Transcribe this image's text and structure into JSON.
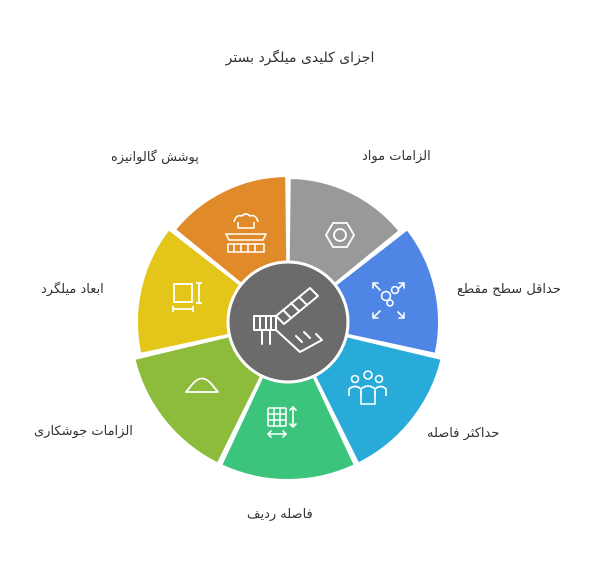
{
  "title": "اجزای کلیدی میلگرد بستر",
  "segments": [
    {
      "label": "الزامات مواد",
      "color": "#999999",
      "icon": "hexagon-nut-icon"
    },
    {
      "label": "حداقل سطح مقطع",
      "color": "#4f86e6",
      "icon": "expand-arrows-icon"
    },
    {
      "label": "حداکثر فاصله",
      "color": "#29abd9",
      "icon": "people-group-icon"
    },
    {
      "label": "فاصله ردیف",
      "color": "#3cc47c",
      "icon": "grid-arrows-icon"
    },
    {
      "label": "الزامات جوشکاری",
      "color": "#8dbb3b",
      "icon": "arc-bridge-icon"
    },
    {
      "label": "ابعاد میلگرد",
      "color": "#e3c619",
      "icon": "frame-dimension-icon"
    },
    {
      "label": "پوشش گالوانیزه",
      "color": "#e08a2a",
      "icon": "factory-machine-icon"
    }
  ],
  "center": {
    "color": "#6b6b6b",
    "icon": "stairs-rebar-icon"
  }
}
